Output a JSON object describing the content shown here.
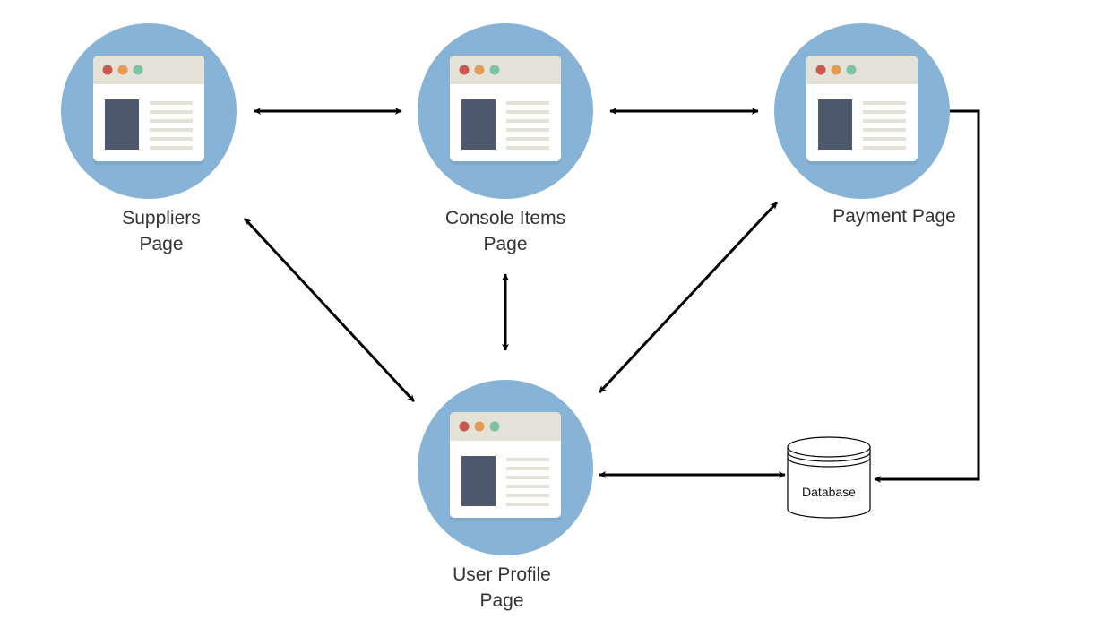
{
  "diagram": {
    "nodes": [
      {
        "id": "suppliers",
        "label_lines": [
          "Suppliers",
          "Page"
        ]
      },
      {
        "id": "console",
        "label_lines": [
          "Console Items",
          "Page"
        ]
      },
      {
        "id": "payment",
        "label_lines": [
          "Payment Page"
        ]
      },
      {
        "id": "profile",
        "label_lines": [
          "User Profile",
          "Page"
        ]
      }
    ],
    "database": {
      "label": "Database"
    },
    "edges": [
      {
        "from": "suppliers",
        "to": "console",
        "direction": "both"
      },
      {
        "from": "console",
        "to": "payment",
        "direction": "both"
      },
      {
        "from": "suppliers",
        "to": "profile",
        "direction": "both"
      },
      {
        "from": "console",
        "to": "profile",
        "direction": "both"
      },
      {
        "from": "payment",
        "to": "profile",
        "direction": "both"
      },
      {
        "from": "profile",
        "to": "database",
        "direction": "both"
      },
      {
        "from": "payment",
        "to": "database",
        "direction": "forward"
      }
    ],
    "colors": {
      "circle": "#86b3d6",
      "window_body": "#ffffff",
      "window_titlebar": "#e4e2d6",
      "dot_red": "#c9584e",
      "dot_orange": "#e39a52",
      "dot_green": "#7cc4a4",
      "sidebar_block": "#4e586c",
      "text_lines": "#e4e2d6",
      "arrow": "#000000"
    }
  }
}
